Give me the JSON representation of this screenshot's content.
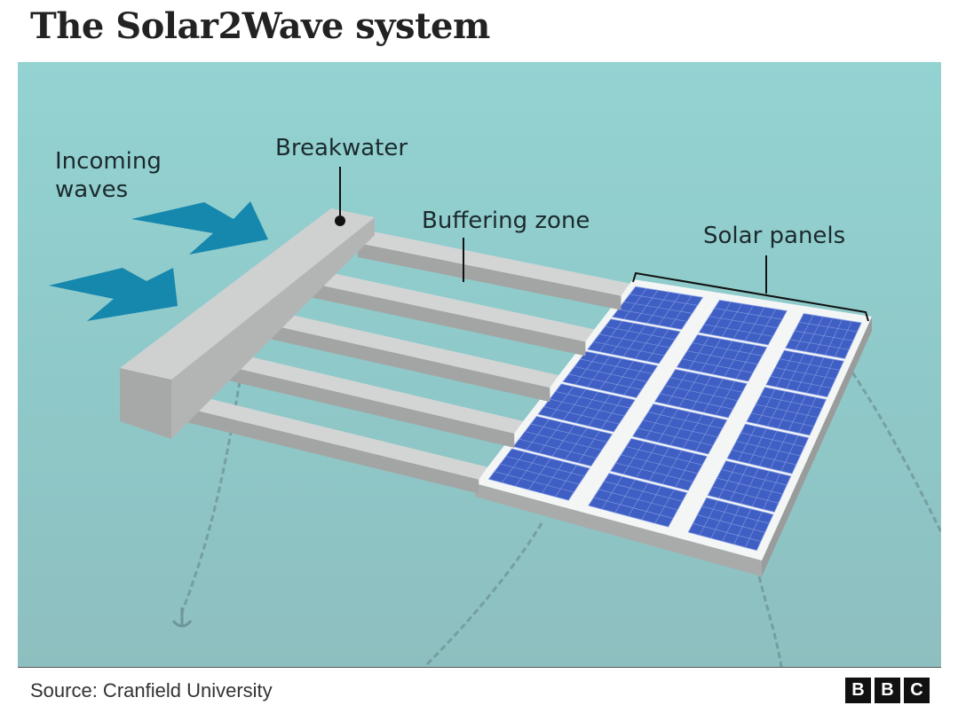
{
  "title": "The Solar2Wave system",
  "labels": {
    "incoming_waves_line1": "Incoming",
    "incoming_waves_line2": "waves",
    "breakwater": "Breakwater",
    "buffering_zone": "Buffering zone",
    "solar_panels": "Solar panels"
  },
  "footer": {
    "source": "Source: Cranfield University",
    "logo_letters": [
      "B",
      "B",
      "C"
    ]
  },
  "colors": {
    "water": "#8fcaca",
    "arrow": "#1687ad",
    "panel": "#3f5fc4",
    "structure": "#c8c8c8"
  }
}
